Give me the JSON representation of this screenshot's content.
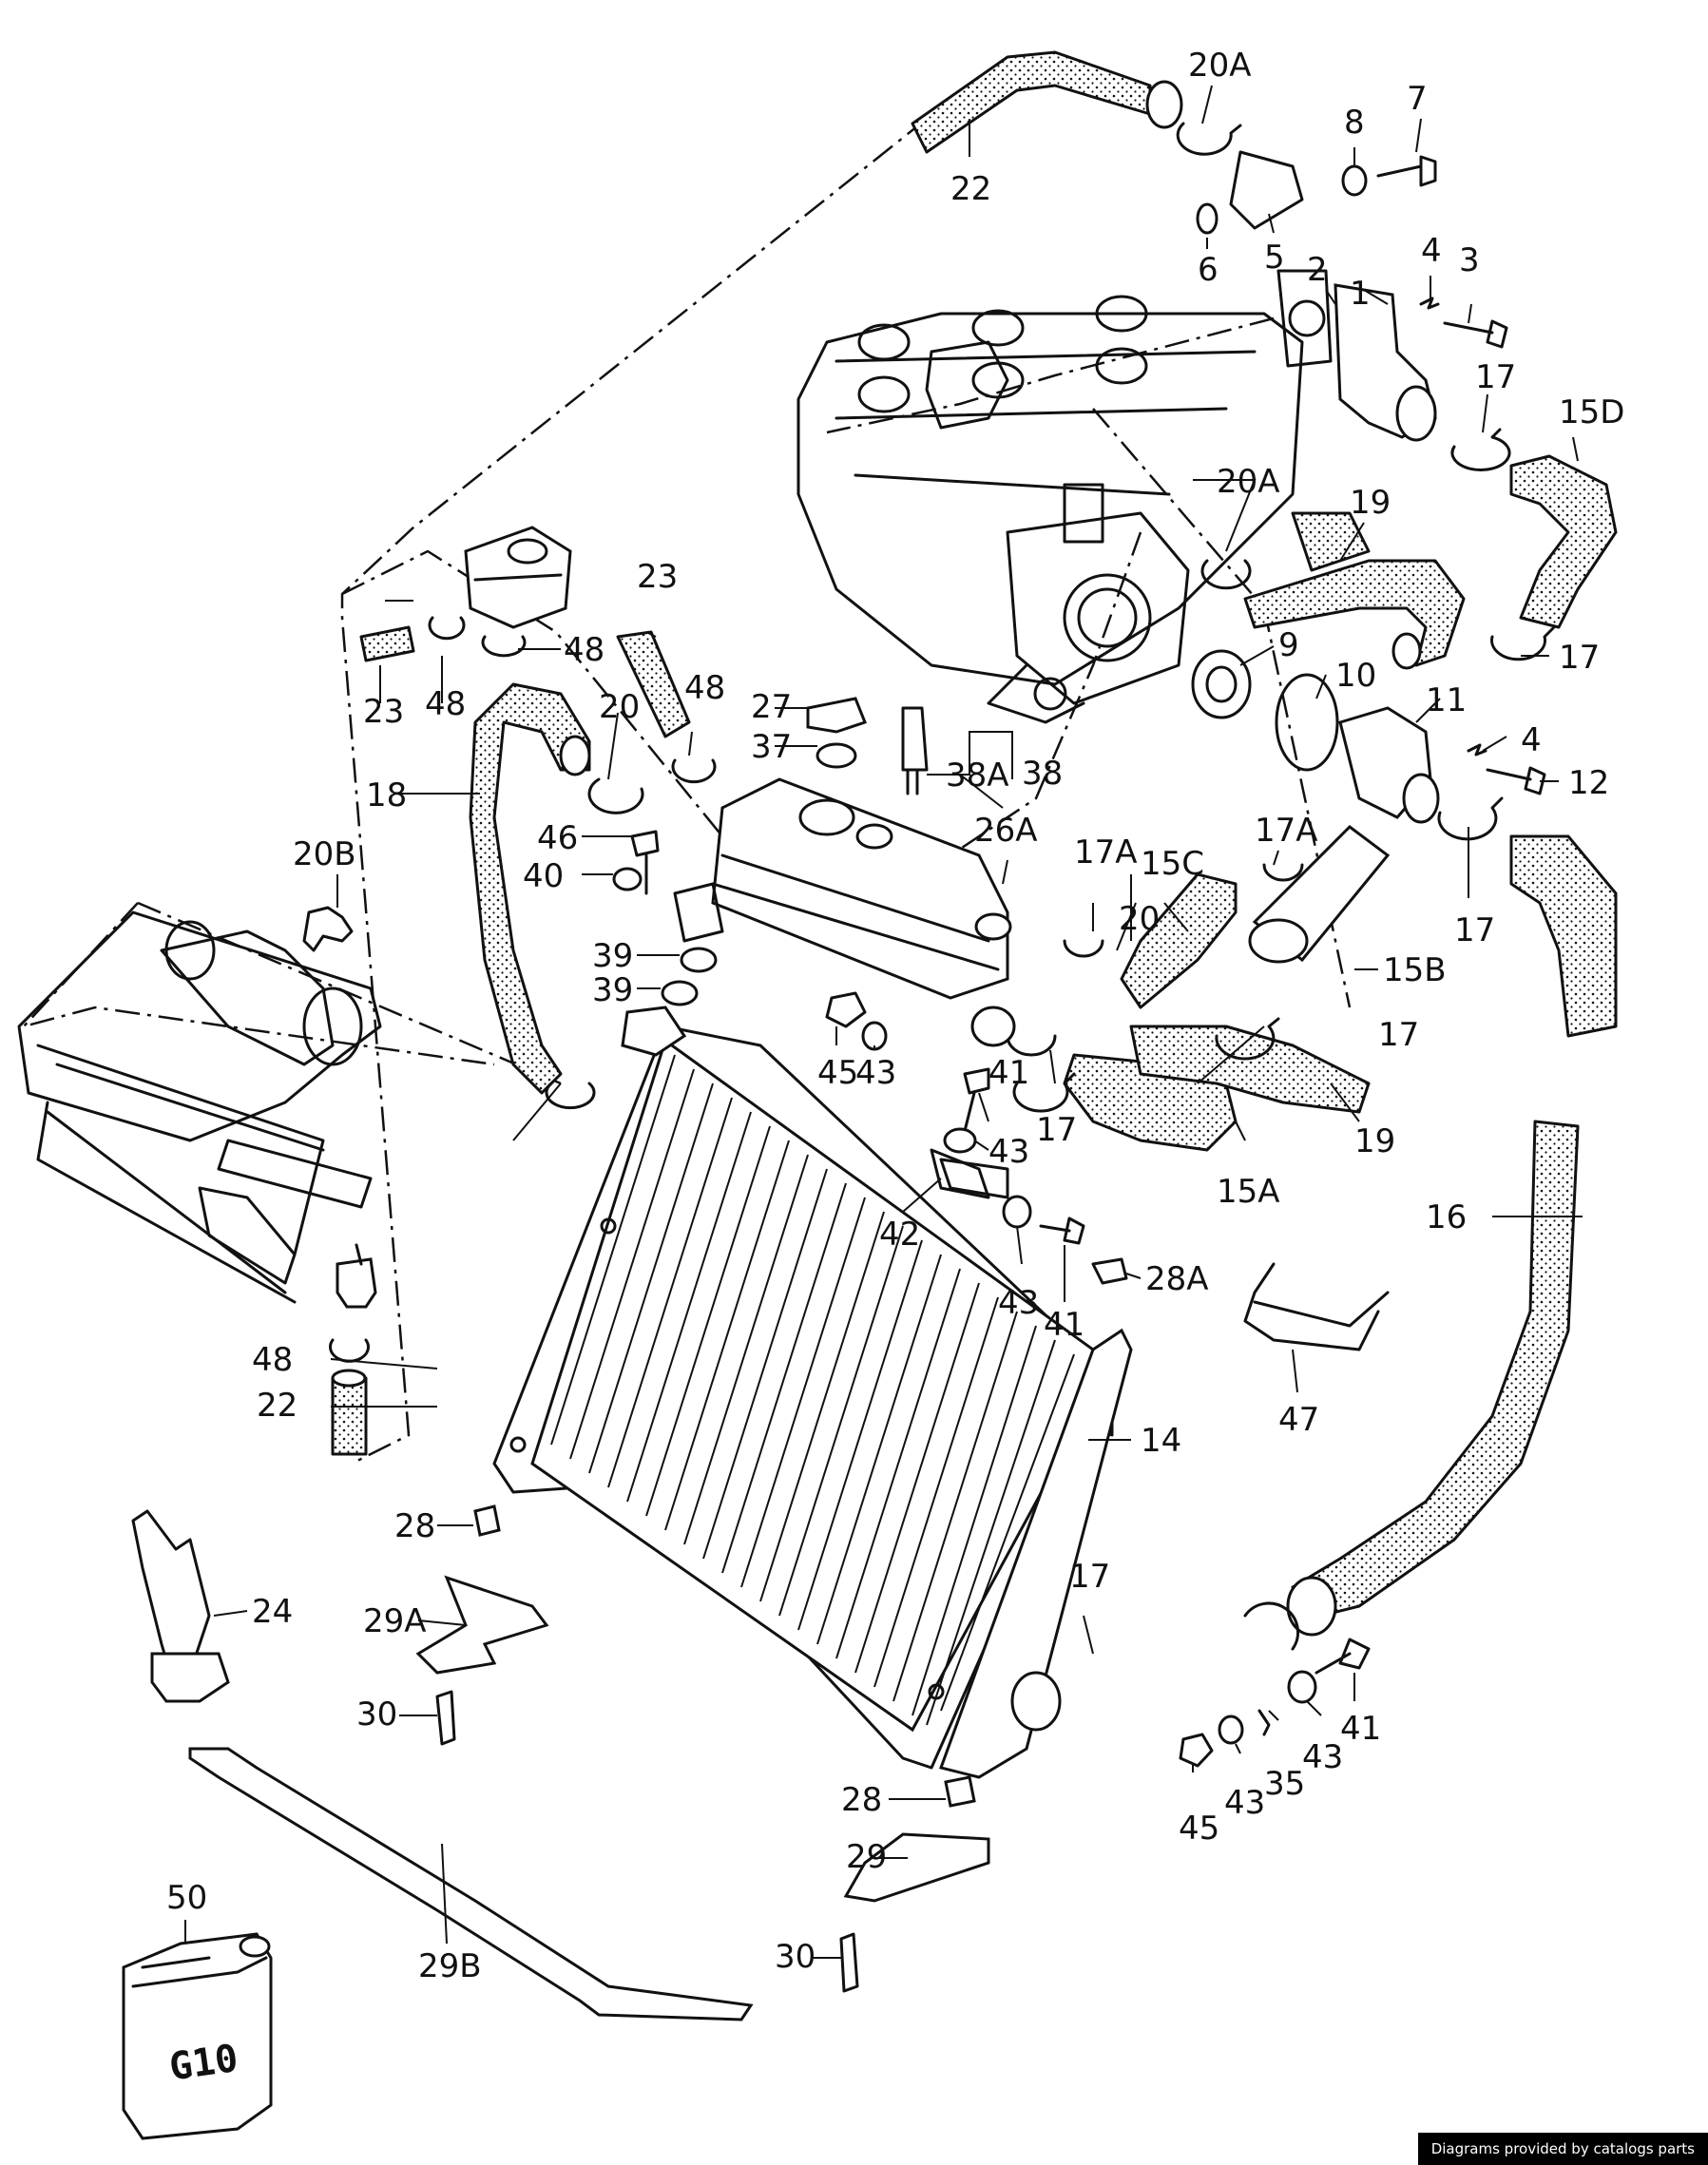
{
  "credit": "Diagrams provided by catalogs parts",
  "can_marking": "G10",
  "callouts": [
    "20A",
    "22",
    "8",
    "7",
    "6",
    "5",
    "2",
    "4",
    "3",
    "1",
    "17",
    "15D",
    "23",
    "48",
    "20A",
    "19",
    "9",
    "17",
    "10",
    "27",
    "37",
    "38A",
    "38",
    "11",
    "4",
    "12",
    "23",
    "48",
    "20",
    "48",
    "26A",
    "18",
    "46",
    "40",
    "17A",
    "15C",
    "17",
    "17A",
    "20",
    "15B",
    "20B",
    "39",
    "39",
    "45",
    "43",
    "41",
    "43",
    "17",
    "17",
    "15A",
    "19",
    "42",
    "43",
    "41",
    "28A",
    "16",
    "47",
    "48",
    "22",
    "14",
    "28",
    "24",
    "29A",
    "17",
    "30",
    "41",
    "43",
    "43",
    "35",
    "45",
    "28",
    "50",
    "29",
    "29B",
    "30"
  ]
}
